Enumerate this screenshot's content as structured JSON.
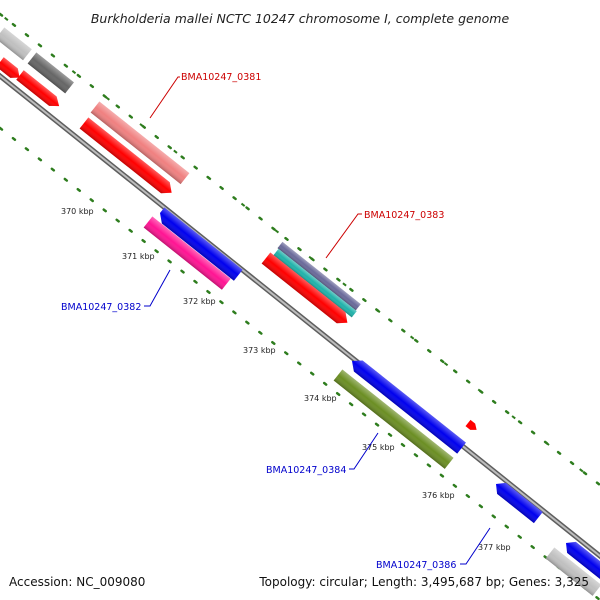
{
  "title": "Burkholderia mallei NCTC 10247 chromosome I, complete genome",
  "accession_text": "Accession: NC_009080",
  "summary_text": "Topology: circular; Length: 3,495,687 bp; Genes: 3,325",
  "colors": {
    "backbone": "#8a8a8a",
    "dot_ring": "#2e7d1e",
    "label_forward": "#cc0000",
    "label_reverse": "#0000cc",
    "cds_red": "#ff0000",
    "cds_blue": "#0000ee",
    "pink": "#f08080",
    "magenta": "#ff1493",
    "olive": "#6b8e23",
    "cyan": "#20b2aa",
    "slate": "#6a6a9a",
    "gray_light": "#c0c0c0",
    "gray_dark": "#666666"
  },
  "tick_labels": [
    "370 kbp",
    "371 kbp",
    "372 kbp",
    "373 kbp",
    "374 kbp",
    "375 kbp",
    "376 kbp",
    "377 kbp"
  ],
  "gene_labels": [
    {
      "text": "BMA10247_0381",
      "strand": "forward"
    },
    {
      "text": "BMA10247_0382",
      "strand": "reverse"
    },
    {
      "text": "BMA10247_0383",
      "strand": "forward"
    },
    {
      "text": "BMA10247_0384",
      "strand": "reverse"
    },
    {
      "text": "BMA10247_0386",
      "strand": "reverse"
    }
  ]
}
